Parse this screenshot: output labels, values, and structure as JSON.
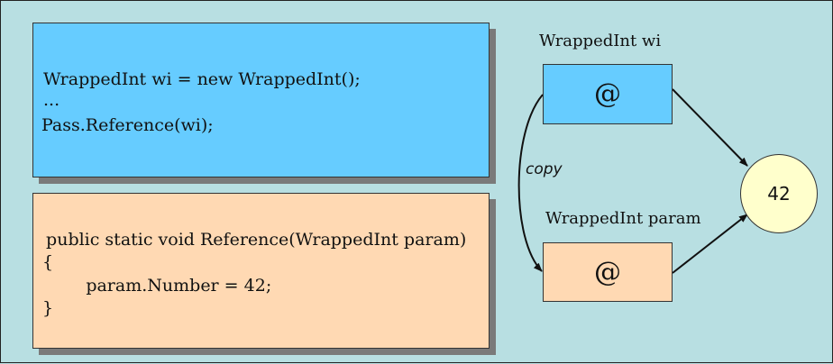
{
  "caller_code": {
    "lines": [
      "WrappedInt wi = new WrappedInt();",
      "...",
      "Pass.Reference(wi);"
    ]
  },
  "method_code": {
    "lines": [
      " public static void Reference(WrappedInt param)",
      "{",
      "        param.Number = 42;",
      "}"
    ]
  },
  "variables": {
    "wi": {
      "label": "WrappedInt wi",
      "content": "@"
    },
    "param": {
      "label": "WrappedInt param",
      "content": "@"
    }
  },
  "copy_label": "copy",
  "object_value": "42",
  "colors": {
    "background": "#b8dfe2",
    "caller_box": "#66ccff",
    "method_box": "#ffd9b3",
    "object_fill": "#ffffcc"
  }
}
